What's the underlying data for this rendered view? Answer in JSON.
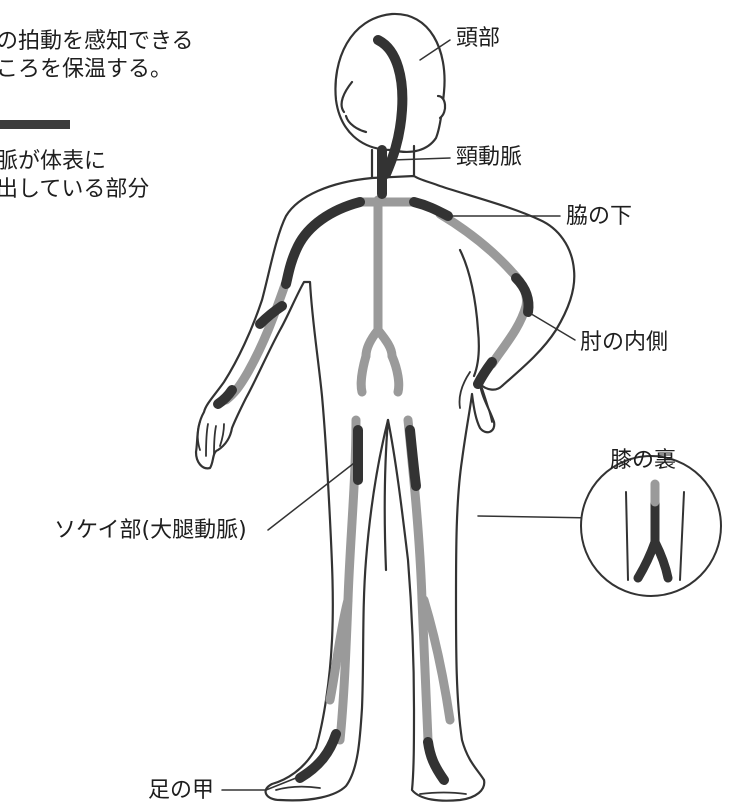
{
  "intro": {
    "line1": "の拍動を感知できる",
    "line2": "ころを保温する。"
  },
  "legend": {
    "line1": "脈が体表に",
    "line2": "出している部分"
  },
  "labels": {
    "head": "頭部",
    "carotid": "頸動脈",
    "armpit": "脇の下",
    "elbow": "肘の内側",
    "knee_back": "膝の裏",
    "groin": "ソケイ部(大腿動脈)",
    "foot_top": "足の甲"
  },
  "colors": {
    "outline": "#333333",
    "artery_surface": "#333333",
    "artery_deep": "#9a9a9a"
  }
}
